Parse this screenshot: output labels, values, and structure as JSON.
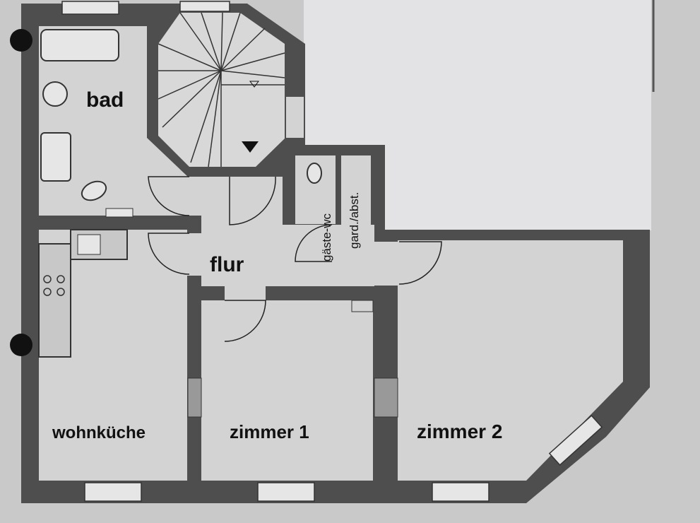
{
  "rooms": {
    "bad": "bad",
    "flur": "flur",
    "guest_wc": "gäste-wc",
    "wardrobe": "gard./abst.",
    "kitchen": "wohnküche",
    "room1": "zimmer 1",
    "room2": "zimmer 2"
  },
  "colors": {
    "wall": "#4e4e4e",
    "floor": "#d3d3d3",
    "paper": "#e3e3e5",
    "background": "#c9c9c9"
  }
}
